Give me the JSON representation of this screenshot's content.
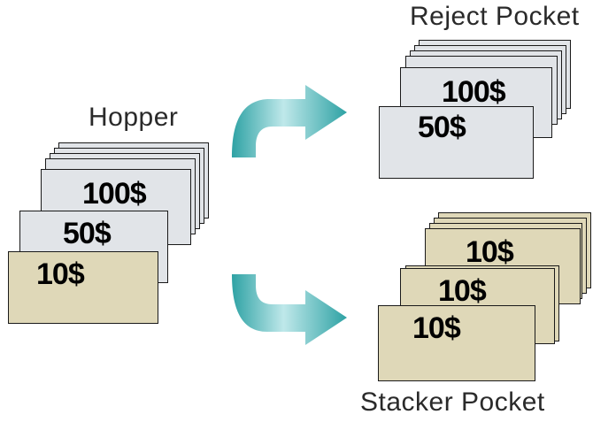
{
  "labels": {
    "hopper": "Hopper",
    "reject": "Reject Pocket",
    "stacker": "Stacker Pocket"
  },
  "hopper_notes": [
    "100$",
    "50$",
    "10$"
  ],
  "reject_notes": [
    "100$",
    "50$"
  ],
  "stacker_notes": [
    "10$",
    "10$",
    "10$"
  ],
  "colors": {
    "gray_note": "#e1e4e8",
    "tan_note": "#dfd8b8",
    "arrow_dark": "#2ea2a4",
    "arrow_light": "#bfe8ea"
  }
}
